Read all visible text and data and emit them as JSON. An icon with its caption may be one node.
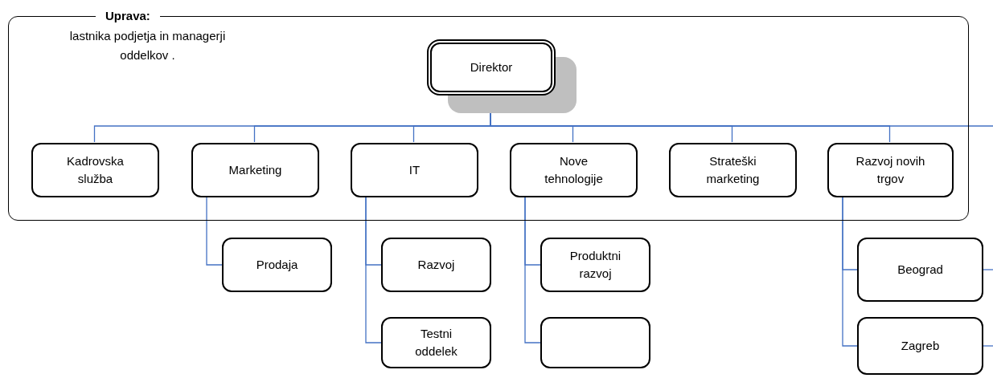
{
  "diagram": {
    "nodes": [
      {
        "text": [
          "Uprava:",
          "lastnika podjetja in managerji oddelkov ."
        ]
      },
      {
        "text": [
          "Direktor"
        ],
        "in": 0
      },
      {
        "text": [
          "Kadrovska služba"
        ],
        "in": 0
      },
      {
        "text": [
          "Marketing"
        ],
        "in": 0
      },
      {
        "text": [
          "IT"
        ],
        "in": 0
      },
      {
        "text": [
          "Nove tehnologije"
        ],
        "in": 0
      },
      {
        "text": [
          "Strateški marketing"
        ],
        "in": 0
      },
      {
        "text": [
          "Razvoj novih trgov"
        ],
        "in": 0
      },
      {
        "text": [
          "Prodaja"
        ]
      },
      {
        "text": [
          "Razvoj"
        ]
      },
      {
        "text": [
          "Testni oddelek"
        ]
      },
      {
        "text": [
          "Produktni razvoj"
        ]
      },
      {
        "text": [],
        "shape": "box"
      },
      {
        "text": [
          "Beograd"
        ]
      },
      {
        "text": [
          "Zagreb"
        ]
      }
    ],
    "edges": [
      {
        "from": 1,
        "to": 2,
        "arrow": "none"
      },
      {
        "from": 1,
        "to": 3,
        "arrow": "none"
      },
      {
        "from": 1,
        "to": 4,
        "arrow": "none"
      },
      {
        "from": 1,
        "to": 5,
        "arrow": "none"
      },
      {
        "from": 1,
        "to": 6,
        "arrow": "none"
      },
      {
        "from": 1,
        "to": 7,
        "arrow": "none"
      },
      {
        "from": 1,
        "to": null,
        "arrow": "none"
      },
      {
        "from": 3,
        "to": 8,
        "arrow": "none"
      },
      {
        "from": 4,
        "to": 9,
        "arrow": "none"
      },
      {
        "from": 4,
        "to": 10,
        "arrow": "none"
      },
      {
        "from": 5,
        "to": 11,
        "arrow": "none"
      },
      {
        "from": 5,
        "to": 12,
        "arrow": "none"
      },
      {
        "from": 7,
        "to": 13,
        "arrow": "none"
      },
      {
        "from": 7,
        "to": 14,
        "arrow": "none"
      },
      {
        "from": 13,
        "to": null,
        "arrow": "none"
      },
      {
        "from": 14,
        "to": null,
        "arrow": "none"
      }
    ]
  }
}
